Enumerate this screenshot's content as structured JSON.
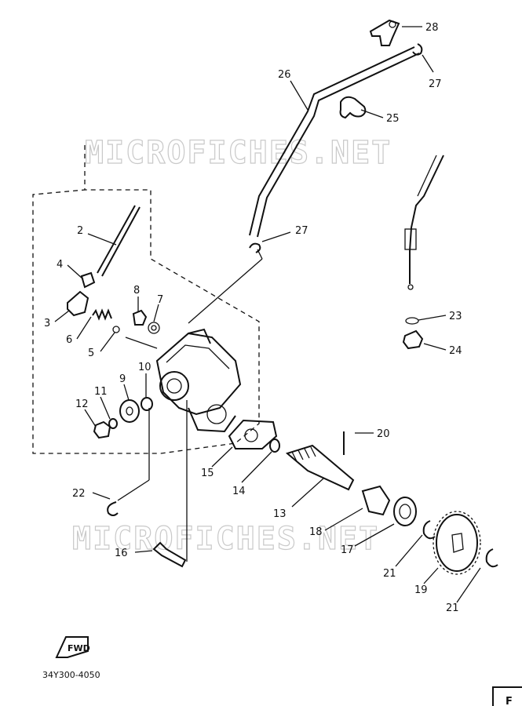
{
  "diagram": {
    "watermark": "MICROFICHES.NET",
    "drawing_code": "34Y300-4050",
    "fwd_label": "FWD",
    "callouts": {
      "c2": "2",
      "c3": "3",
      "c4": "4",
      "c5": "5",
      "c6": "6",
      "c7": "7",
      "c8": "8",
      "c9": "9",
      "c10": "10",
      "c11": "11",
      "c12": "12",
      "c13": "13",
      "c14": "14",
      "c15": "15",
      "c16": "16",
      "c17": "17",
      "c18": "18",
      "c19": "19",
      "c20": "20",
      "c21a": "21",
      "c21b": "21",
      "c22": "22",
      "c23": "23",
      "c24": "24",
      "c25": "25",
      "c26": "26",
      "c27a": "27",
      "c27b": "27",
      "c28": "28"
    },
    "corner_label": "F"
  }
}
